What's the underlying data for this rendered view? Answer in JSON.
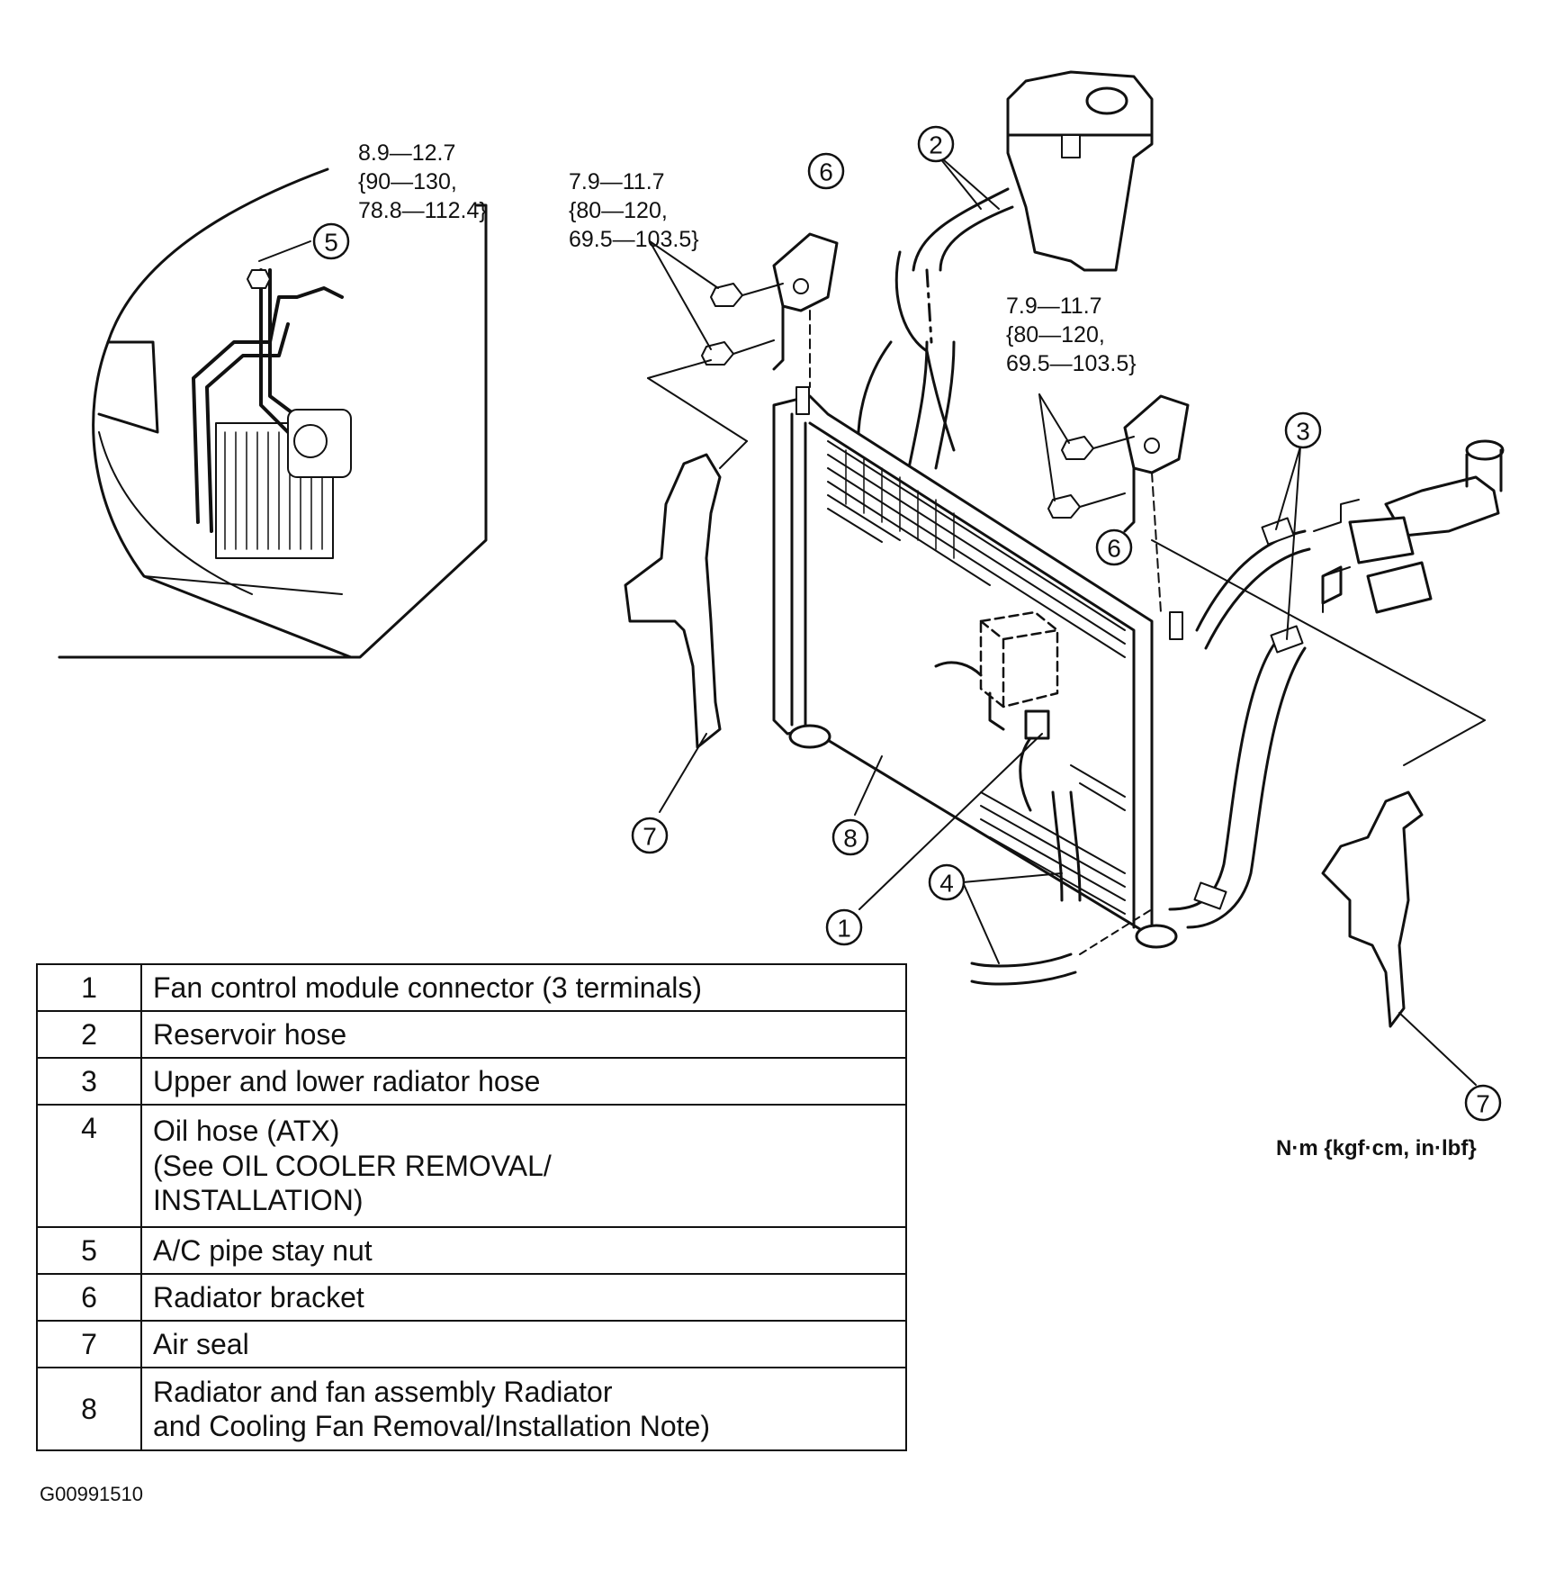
{
  "torque_specs": {
    "ac_pipe_nut": [
      "8.9—12.7",
      "{90—130,",
      "78.8—112.4}"
    ],
    "bracket_upper": [
      "7.9—11.7",
      "{80—120,",
      "69.5—103.5}"
    ],
    "bracket_right": [
      "7.9—11.7",
      "{80—120,",
      "69.5—103.5}"
    ]
  },
  "callouts": {
    "c1": "1",
    "c2": "2",
    "c3": "3",
    "c4": "4",
    "c5": "5",
    "c6a": "6",
    "c6b": "6",
    "c7a": "7",
    "c7b": "7",
    "c8": "8"
  },
  "unit_label": "N·m {kgf·cm, in·lbf}",
  "figure_code": "G00991510",
  "legend": [
    {
      "num": "1",
      "desc": "Fan control module connector (3 terminals)"
    },
    {
      "num": "2",
      "desc": "Reservoir hose"
    },
    {
      "num": "3",
      "desc": "Upper and lower radiator hose"
    },
    {
      "num": "4",
      "desc": "Oil hose (ATX)\n(See OIL COOLER REMOVAL/\nINSTALLATION)"
    },
    {
      "num": "5",
      "desc": "A/C pipe stay nut"
    },
    {
      "num": "6",
      "desc": "Radiator bracket"
    },
    {
      "num": "7",
      "desc": "Air seal"
    },
    {
      "num": "8",
      "desc": "Radiator and fan assembly Radiator\nand Cooling Fan Removal/Installation Note)"
    }
  ]
}
